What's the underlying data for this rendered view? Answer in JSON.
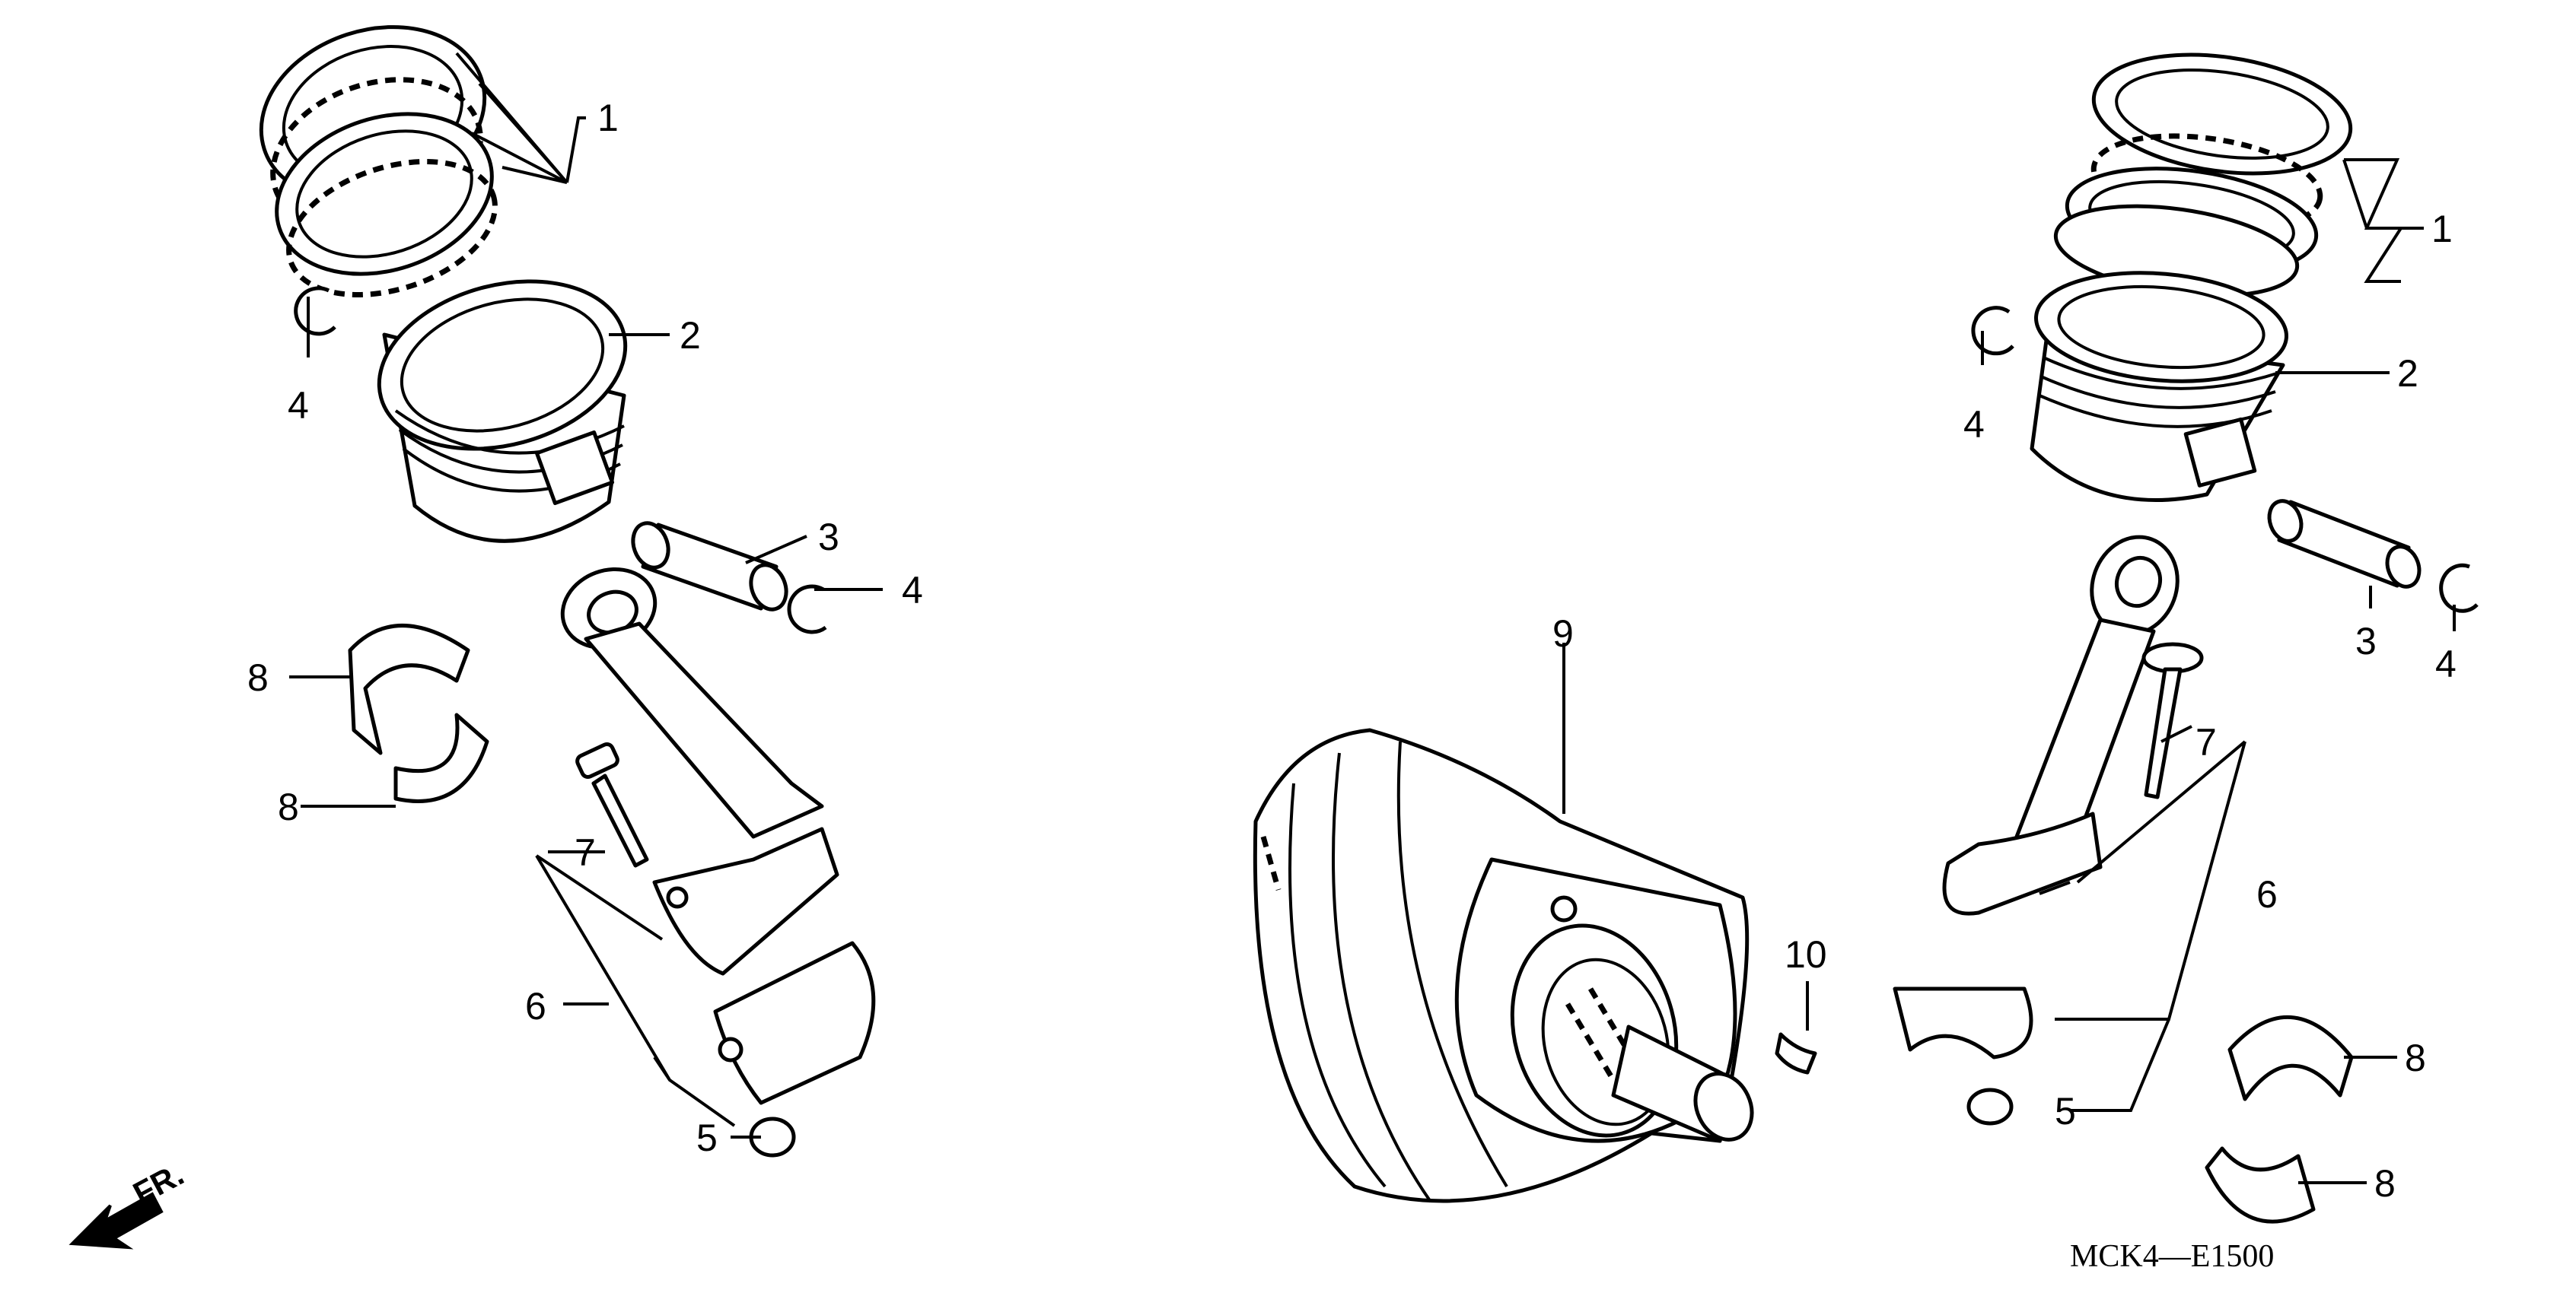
{
  "diagram": {
    "code": "MCK4—E1500",
    "direction_label": "FR.",
    "callouts": {
      "piston_rings": "1",
      "piston": "2",
      "piston_pin": "3",
      "pin_clip": "4",
      "rod_nut": "5",
      "connecting_rod": "6",
      "rod_bolt": "7",
      "rod_bearing": "8",
      "crankshaft": "9",
      "key": "10"
    }
  }
}
